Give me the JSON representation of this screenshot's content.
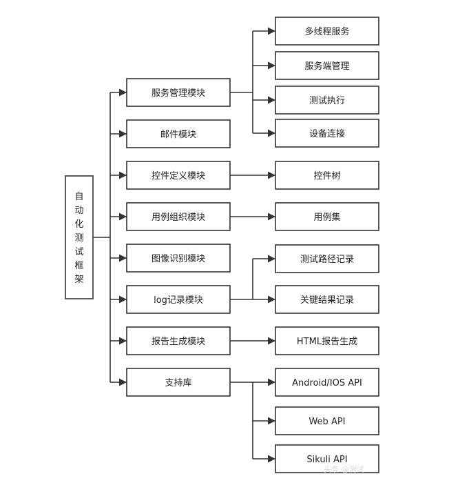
{
  "root": {
    "label": "自动化测试框架"
  },
  "modules": [
    {
      "label": "服务管理模块",
      "children": [
        "多线程服务",
        "服务端管理",
        "测试执行",
        "设备连接"
      ]
    },
    {
      "label": "邮件模块",
      "children": []
    },
    {
      "label": "控件定义模块",
      "children": [
        "控件树"
      ]
    },
    {
      "label": "用例组织模块",
      "children": [
        "用例集"
      ]
    },
    {
      "label": "图像识别模块",
      "children": []
    },
    {
      "label": "log记录模块",
      "children": [
        "测试路径记录",
        "关键结果记录"
      ]
    },
    {
      "label": "报告生成模块",
      "children": [
        "HTML报告生成"
      ]
    },
    {
      "label": "支持库",
      "children": [
        "Android/IOS API",
        "Web API",
        "Sikuli API"
      ]
    }
  ],
  "watermark": "头条 @测试"
}
